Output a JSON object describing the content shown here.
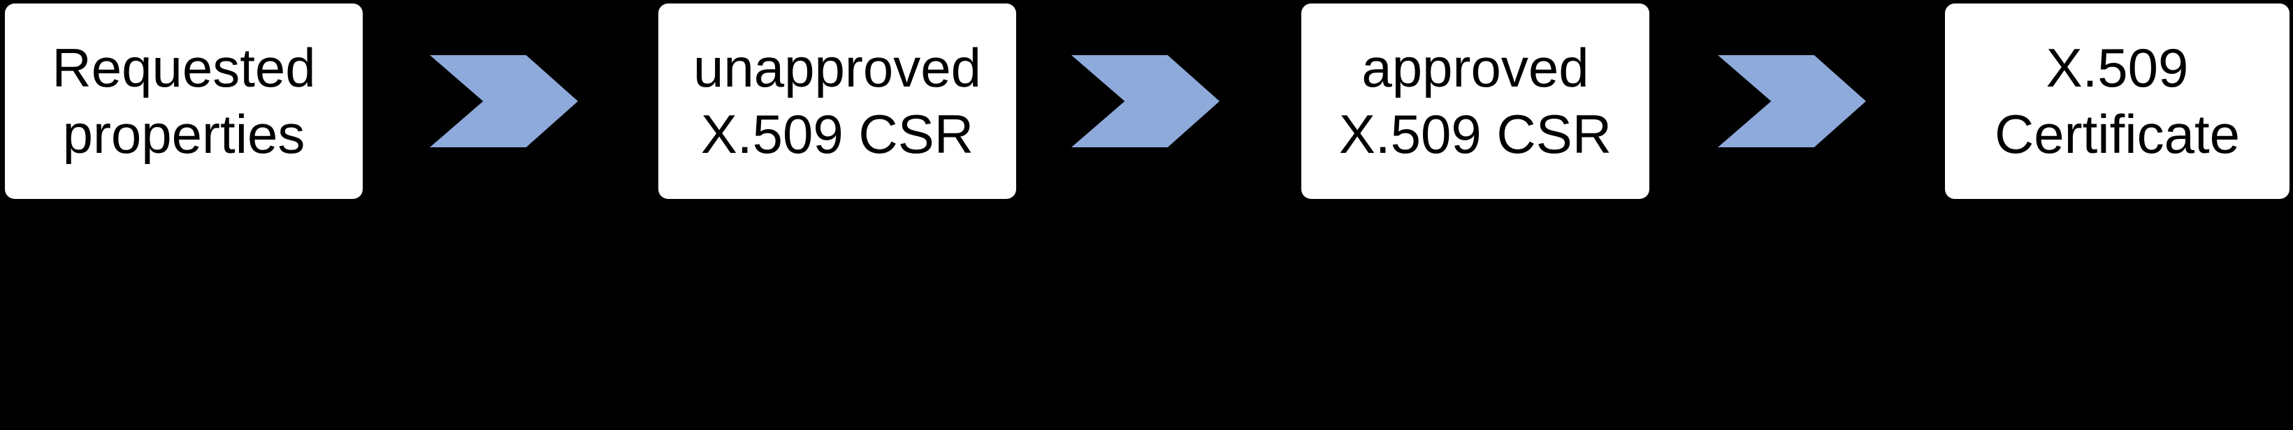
{
  "flow": {
    "steps": [
      {
        "label": "Requested\nproperties"
      },
      {
        "label": "unapproved\nX.509 CSR"
      },
      {
        "label": "approved\nX.509 CSR"
      },
      {
        "label": "X.509\nCertificate"
      }
    ],
    "connector_icon": "chevron-right-icon",
    "connector_count": 3,
    "direction": "left-to-right"
  },
  "colors": {
    "background": "#000000",
    "box_fill": "#ffffff",
    "box_text": "#000000",
    "arrow_fill": "#8EAADB"
  }
}
